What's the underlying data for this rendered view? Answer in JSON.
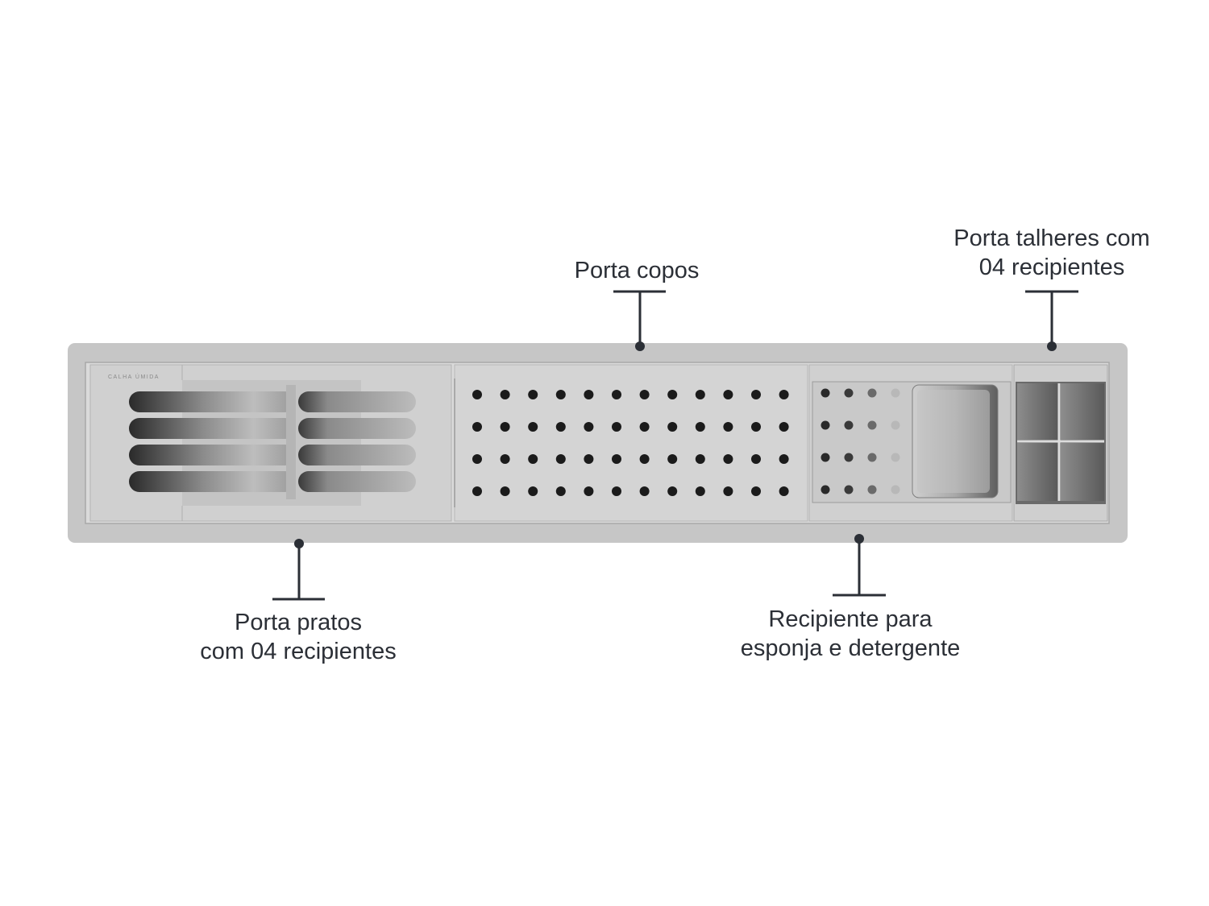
{
  "product": {
    "engraving": "CALHA ÚMIDA"
  },
  "callouts": {
    "porta_copos": {
      "line1": "Porta copos"
    },
    "porta_talheres": {
      "line1": "Porta talheres com",
      "line2": "04 recipientes"
    },
    "porta_pratos": {
      "line1": "Porta pratos",
      "line2": "com 04 recipientes"
    },
    "recipiente_esponja": {
      "line1": "Recipiente para",
      "line2": "esponja e detergente"
    }
  },
  "colors": {
    "frame": "#c6c6c6",
    "tray": "#d2d2d2",
    "callout": "#2b2f36",
    "holes": "#1b1b1b"
  }
}
